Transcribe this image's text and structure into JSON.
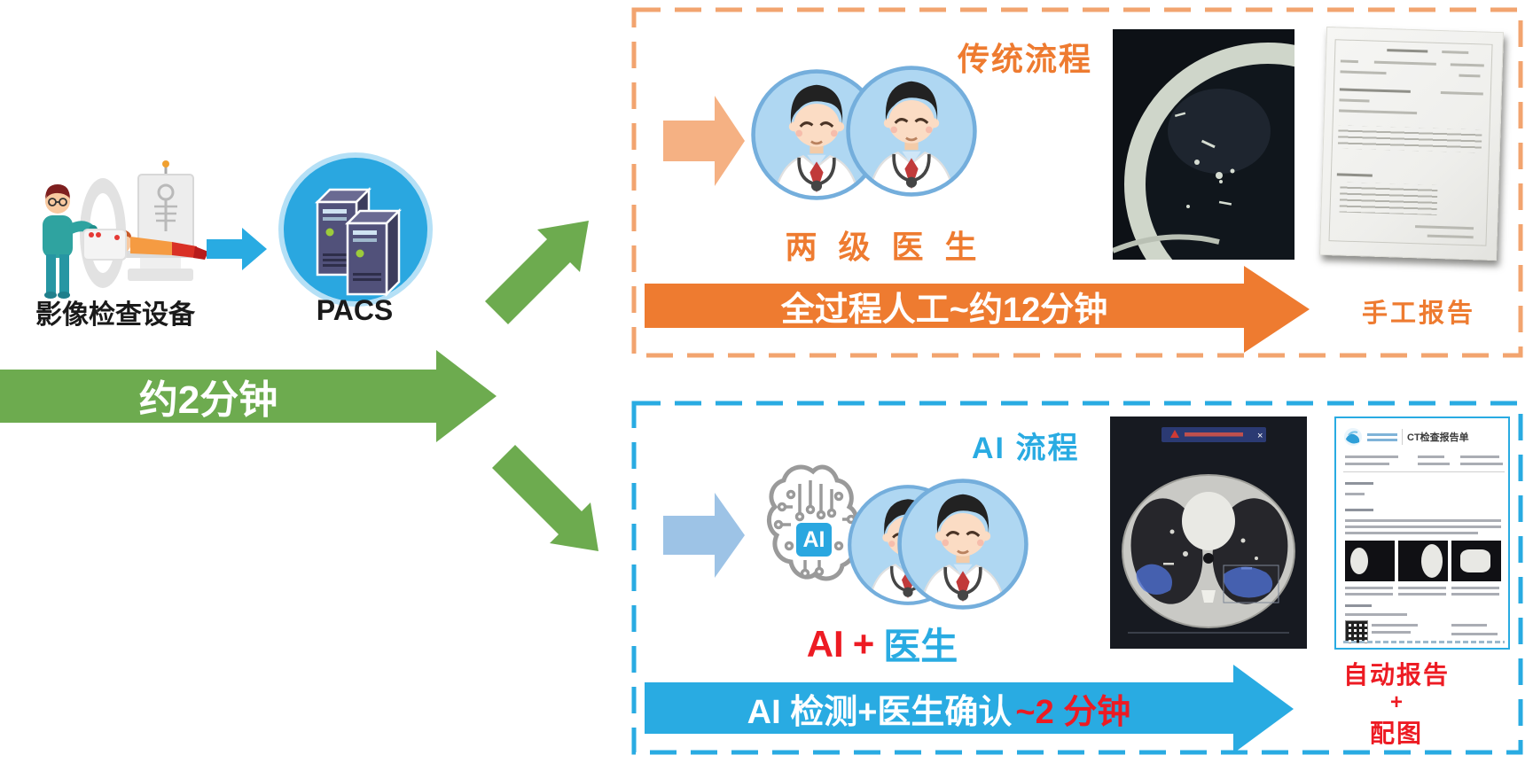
{
  "colors": {
    "green": "#6DAB4F",
    "orange": "#EE7B30",
    "orange_light": "#F5B183",
    "blue": "#29ABE2",
    "blue_light": "#9DC3E6",
    "red": "#ED1B23",
    "doctor_circle": "#AFD7F2"
  },
  "source": {
    "device_label": "影像检查设备",
    "pacs_label": "PACS",
    "transfer_arrow_label": "约2分钟"
  },
  "traditional": {
    "title": "传统流程",
    "doctors_label": "两 级 医 生",
    "process_arrow_label": "全过程人工~约12分钟",
    "output_label": "手工报告"
  },
  "ai": {
    "title": "AI 流程",
    "chip_label": "AI",
    "combo": {
      "ai": "AI",
      "plus": "+",
      "doctor": "医生"
    },
    "process_arrow": {
      "white_part": "AI 检测+医生确认",
      "red_part": "~2 分钟"
    },
    "report_title": "CT检查报告单",
    "output_lines": {
      "line1": "自动报告",
      "line2": "+",
      "line3": "配图"
    }
  },
  "icons": {
    "close": "×",
    "warning": "▲"
  }
}
